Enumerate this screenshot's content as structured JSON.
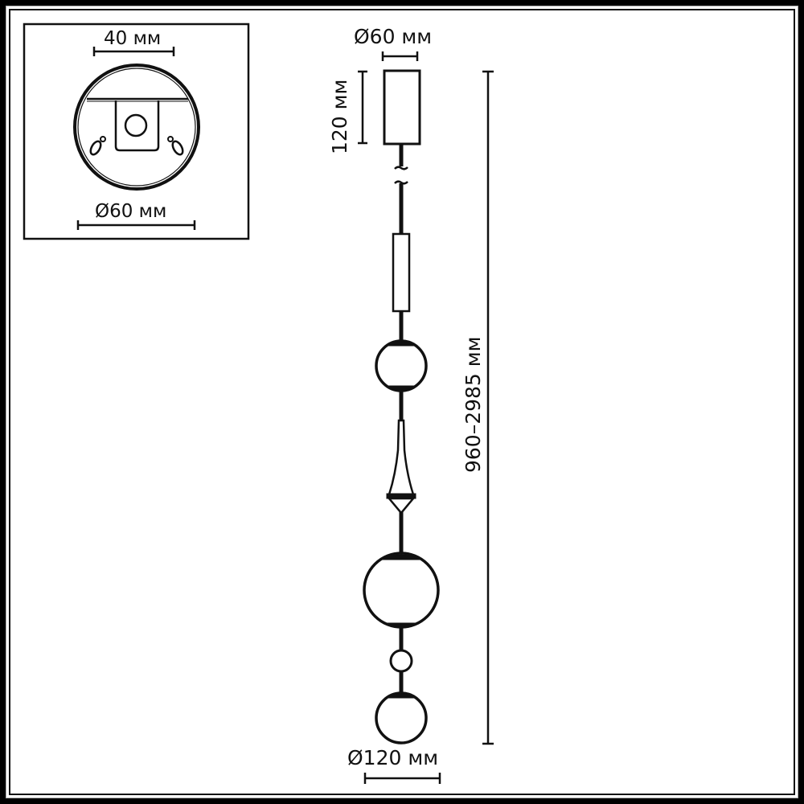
{
  "diagram": {
    "type": "pendant-lamp-dimension-drawing",
    "colors": {
      "line": "#111111",
      "background": "#ffffff",
      "frame": "#000000"
    },
    "inset": {
      "title": "canopy-bottom-view",
      "top_dimension": "40 мм",
      "bottom_dimension": "Ø60 мм"
    },
    "main": {
      "canopy_diameter": "Ø60 мм",
      "canopy_height": "120 мм",
      "total_height": "960–2985 мм",
      "shade_diameter": "Ø120 мм"
    }
  }
}
